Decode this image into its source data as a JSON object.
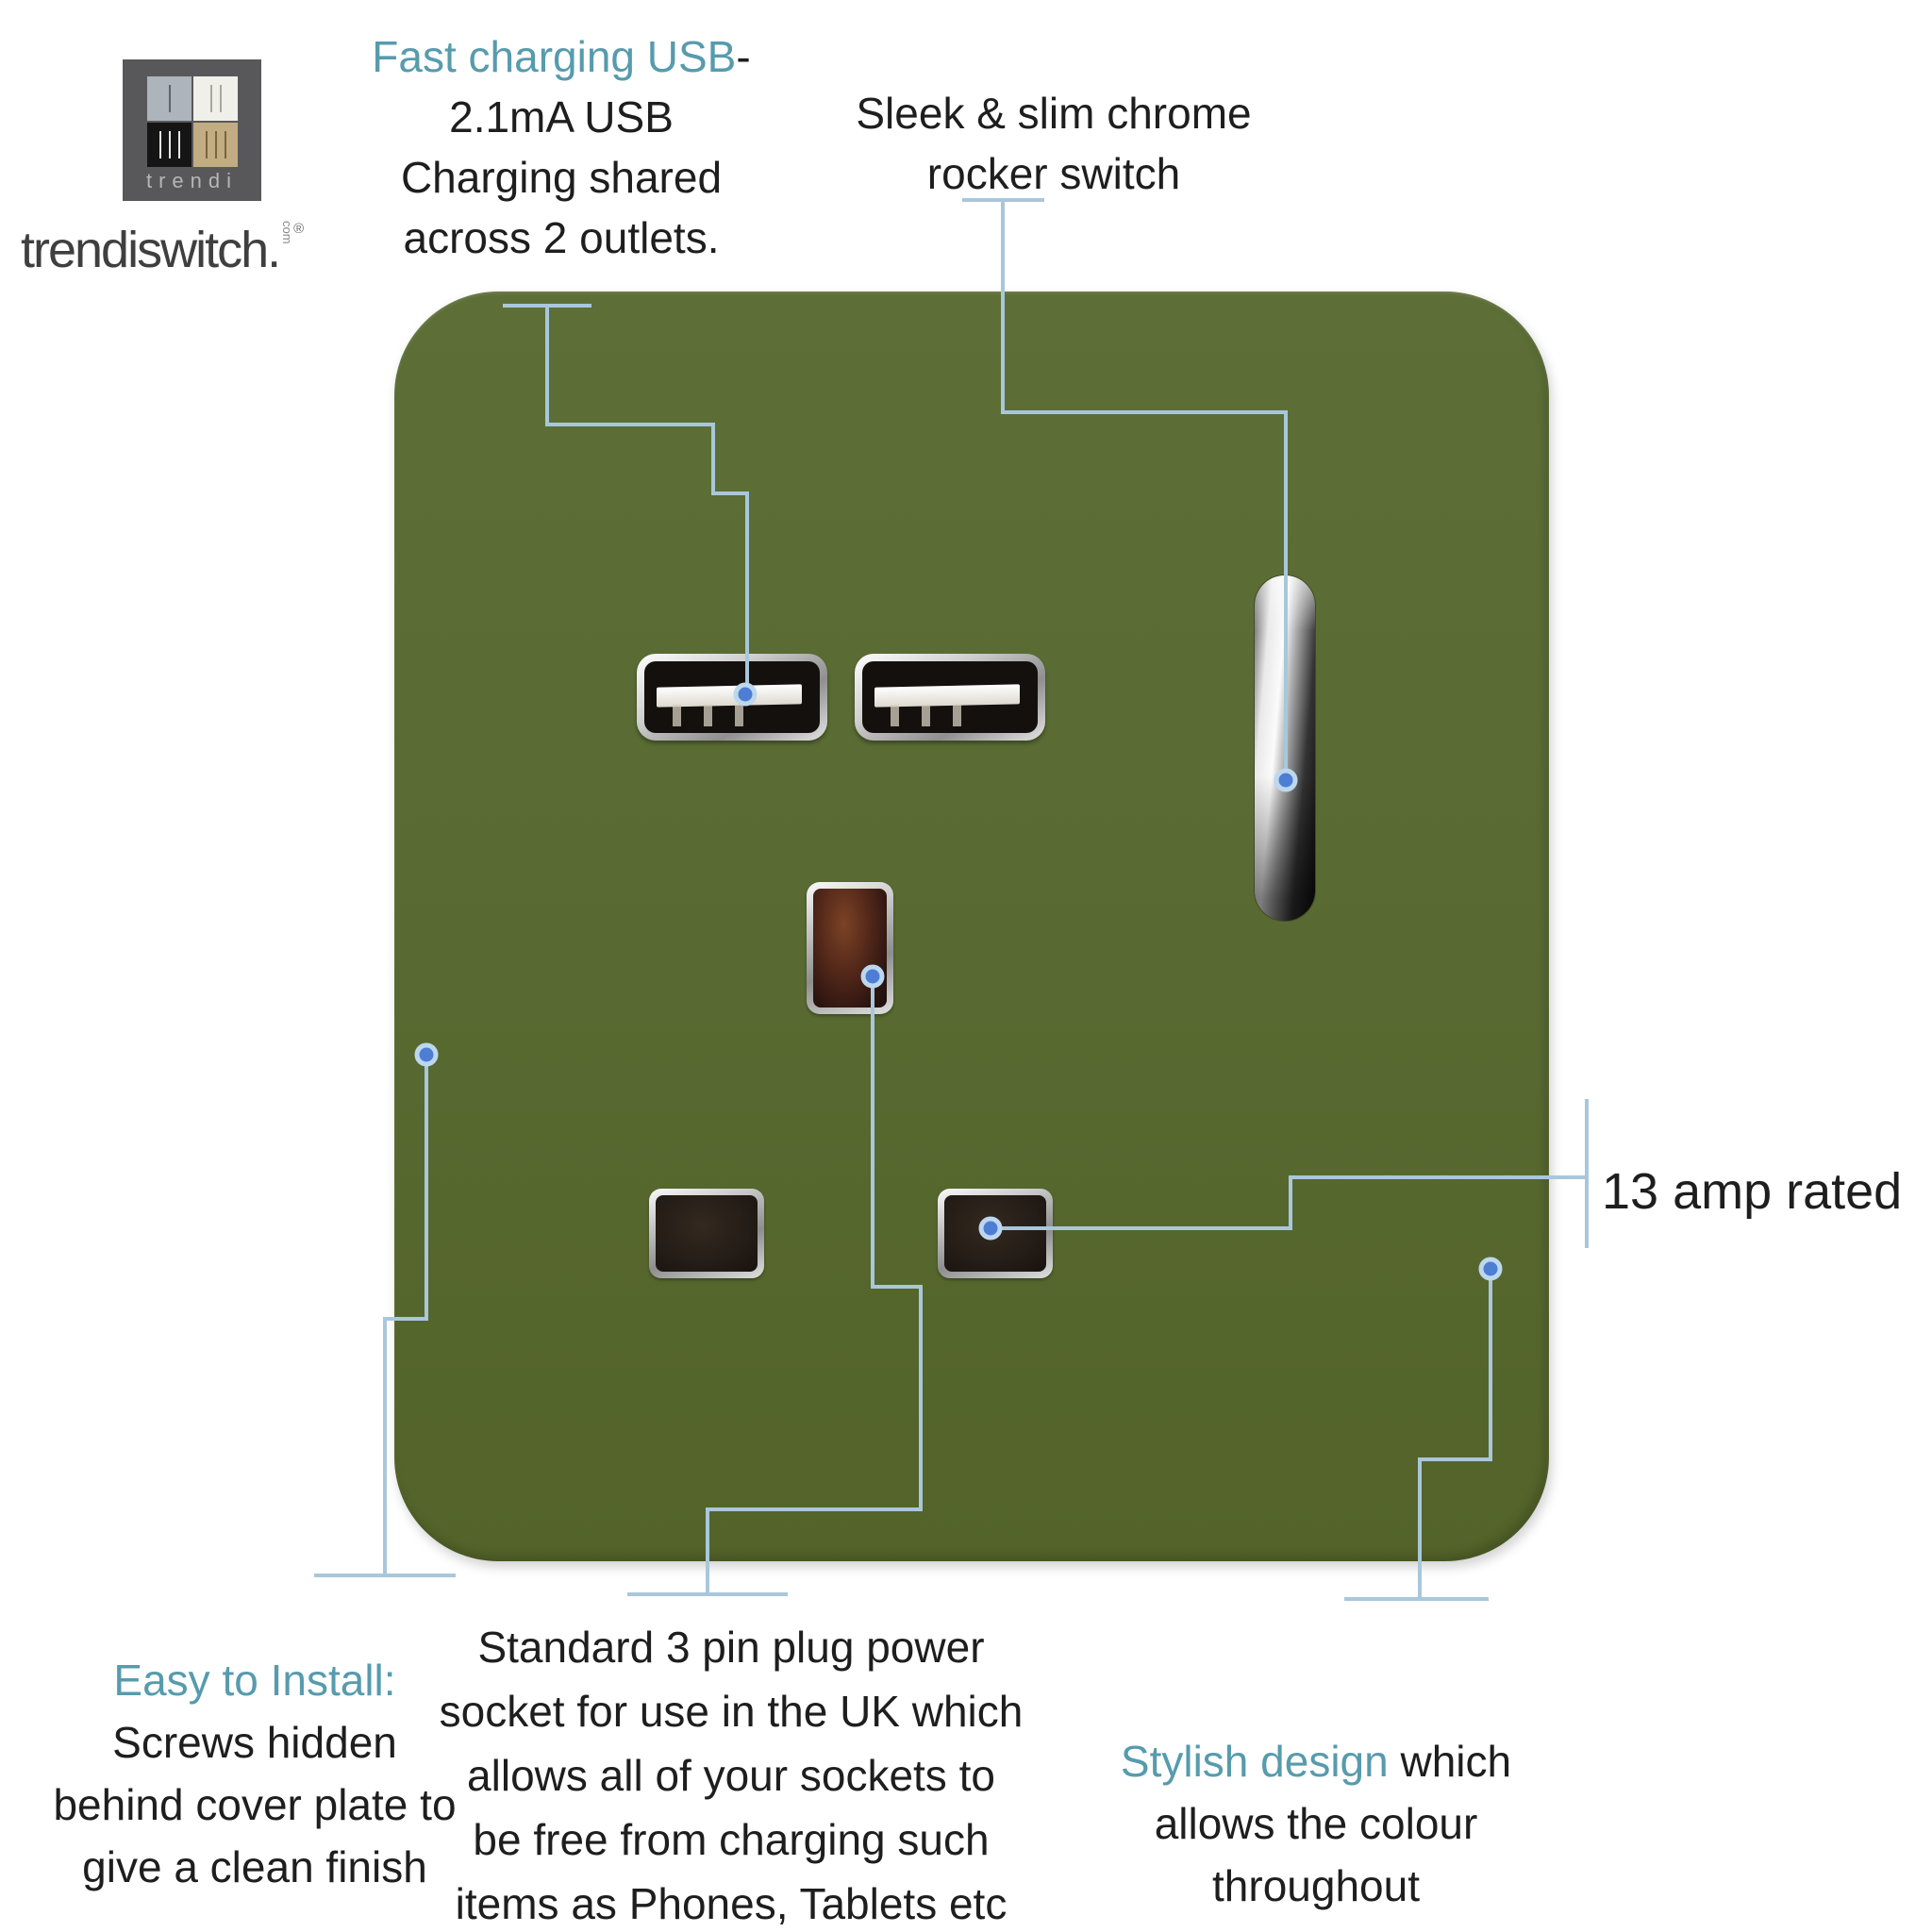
{
  "brand": {
    "logo_text": "trendi",
    "wordmark": "trendiswitch.",
    "wordmark_suffix": "com",
    "registered": "®"
  },
  "annotations": {
    "usb": {
      "highlight": "Fast charging USB",
      "rest": "-",
      "lines": [
        "2.1mA USB",
        "Charging shared",
        "across 2 outlets."
      ]
    },
    "rocker": {
      "lines": [
        "Sleek & slim chrome",
        "rocker switch"
      ]
    },
    "amp": {
      "label": "13 amp rated"
    },
    "install": {
      "highlight": "Easy to Install:",
      "lines": [
        "Screws hidden",
        "behind cover plate to",
        "give a clean finish"
      ]
    },
    "socket": {
      "lines": [
        "Standard 3 pin plug power",
        "socket for use in the UK which",
        "allows all of your sockets to",
        "be free from charging such",
        "items as Phones, Tablets etc"
      ]
    },
    "stylish": {
      "highlight": "Stylish design",
      "rest": " which",
      "lines": [
        "allows the colour",
        "throughout"
      ]
    }
  },
  "colors": {
    "accent_teal": "#579BAD",
    "leader_line": "#A9C7DB",
    "leader_dot": "#4D7ED3",
    "plate_green": "#596B33"
  }
}
